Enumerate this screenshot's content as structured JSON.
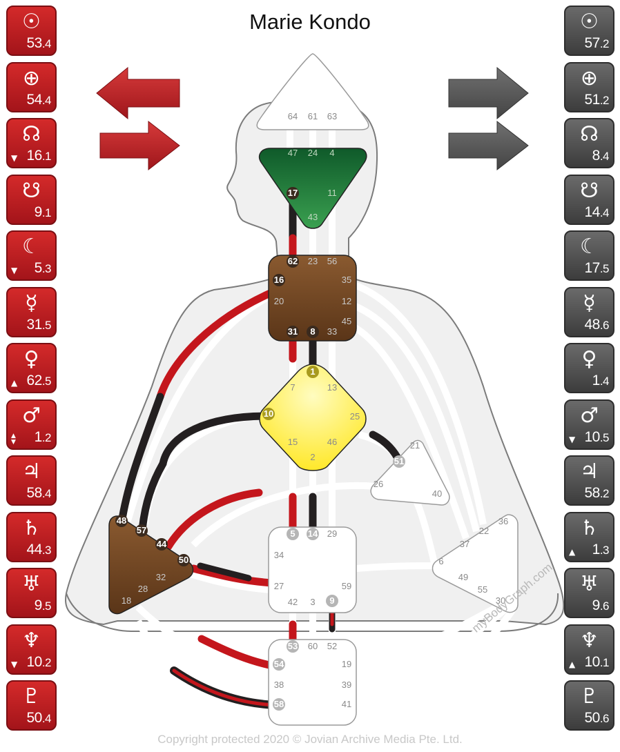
{
  "title": "Marie Kondo",
  "copyright": "Copyright protected 2020 © Jovian Archive Media Pte. Ltd.",
  "watermark": "myBodyGraph.com",
  "colors": {
    "design_red": "#c4161c",
    "personality_black": "#231f20",
    "arrow_gray": "#5a5a5a",
    "head_white": "#ffffff",
    "ajna_green": "#1d7a3a",
    "brown": "#6b4423",
    "g_yellow": "#fff25a"
  },
  "design_column": [
    {
      "icon": "sun-icon",
      "symbol": "☉",
      "whole": "53",
      "dec": ".4",
      "mark": ""
    },
    {
      "icon": "earth-icon",
      "symbol": "⊕",
      "whole": "54",
      "dec": ".4",
      "mark": ""
    },
    {
      "icon": "north-node-icon",
      "symbol": "☊",
      "whole": "16",
      "dec": ".1",
      "mark": "▼"
    },
    {
      "icon": "south-node-icon",
      "symbol": "☋",
      "whole": "9",
      "dec": ".1",
      "mark": ""
    },
    {
      "icon": "moon-icon",
      "symbol": "☾",
      "whole": "5",
      "dec": ".3",
      "mark": "▼"
    },
    {
      "icon": "mercury-icon",
      "symbol": "☿",
      "whole": "31",
      "dec": ".5",
      "mark": ""
    },
    {
      "icon": "venus-icon",
      "symbol": "♀",
      "whole": "62",
      "dec": ".5",
      "mark": "▲"
    },
    {
      "icon": "mars-icon",
      "symbol": "♂",
      "whole": "1",
      "dec": ".2",
      "mark": "▲▼"
    },
    {
      "icon": "jupiter-icon",
      "symbol": "♃",
      "whole": "58",
      "dec": ".4",
      "mark": ""
    },
    {
      "icon": "saturn-icon",
      "symbol": "♄",
      "whole": "44",
      "dec": ".3",
      "mark": ""
    },
    {
      "icon": "uranus-icon",
      "symbol": "♅",
      "whole": "9",
      "dec": ".5",
      "mark": ""
    },
    {
      "icon": "neptune-icon",
      "symbol": "♆",
      "whole": "10",
      "dec": ".2",
      "mark": "▼"
    },
    {
      "icon": "pluto-icon",
      "symbol": "♇",
      "whole": "50",
      "dec": ".4",
      "mark": ""
    }
  ],
  "personality_column": [
    {
      "icon": "sun-icon",
      "symbol": "☉",
      "whole": "57",
      "dec": ".2",
      "mark": ""
    },
    {
      "icon": "earth-icon",
      "symbol": "⊕",
      "whole": "51",
      "dec": ".2",
      "mark": ""
    },
    {
      "icon": "north-node-icon",
      "symbol": "☊",
      "whole": "8",
      "dec": ".4",
      "mark": ""
    },
    {
      "icon": "south-node-icon",
      "symbol": "☋",
      "whole": "14",
      "dec": ".4",
      "mark": ""
    },
    {
      "icon": "moon-icon",
      "symbol": "☾",
      "whole": "17",
      "dec": ".5",
      "mark": ""
    },
    {
      "icon": "mercury-icon",
      "symbol": "☿",
      "whole": "48",
      "dec": ".6",
      "mark": ""
    },
    {
      "icon": "venus-icon",
      "symbol": "♀",
      "whole": "1",
      "dec": ".4",
      "mark": ""
    },
    {
      "icon": "mars-icon",
      "symbol": "♂",
      "whole": "10",
      "dec": ".5",
      "mark": "▼"
    },
    {
      "icon": "jupiter-icon",
      "symbol": "♃",
      "whole": "58",
      "dec": ".2",
      "mark": ""
    },
    {
      "icon": "saturn-icon",
      "symbol": "♄",
      "whole": "1",
      "dec": ".3",
      "mark": "▲"
    },
    {
      "icon": "uranus-icon",
      "symbol": "♅",
      "whole": "9",
      "dec": ".6",
      "mark": ""
    },
    {
      "icon": "neptune-icon",
      "symbol": "♆",
      "whole": "10",
      "dec": ".1",
      "mark": "▲"
    },
    {
      "icon": "pluto-icon",
      "symbol": "♇",
      "whole": "50",
      "dec": ".6",
      "mark": ""
    }
  ],
  "centers": {
    "head": {
      "name": "head-center",
      "gates": [
        "64",
        "61",
        "63"
      ]
    },
    "ajna": {
      "name": "ajna-center",
      "gates": [
        "47",
        "24",
        "4",
        "17",
        "11",
        "43"
      ]
    },
    "throat": {
      "name": "throat-center",
      "gates": [
        "62",
        "23",
        "56",
        "16",
        "35",
        "20",
        "12",
        "45",
        "31",
        "8",
        "33"
      ]
    },
    "g": {
      "name": "g-center",
      "gates": [
        "1",
        "7",
        "13",
        "10",
        "25",
        "15",
        "46",
        "2"
      ]
    },
    "ego": {
      "name": "ego-center",
      "gates": [
        "21",
        "51",
        "26",
        "40"
      ]
    },
    "spleen": {
      "name": "spleen-center",
      "gates": [
        "48",
        "57",
        "44",
        "50",
        "32",
        "28",
        "18"
      ]
    },
    "sacral": {
      "name": "sacral-center",
      "gates": [
        "5",
        "14",
        "29",
        "34",
        "27",
        "59",
        "42",
        "3",
        "9"
      ]
    },
    "solar": {
      "name": "solar-plexus-center",
      "gates": [
        "36",
        "22",
        "37",
        "6",
        "49",
        "55",
        "30"
      ]
    },
    "root": {
      "name": "root-center",
      "gates": [
        "53",
        "60",
        "52",
        "54",
        "19",
        "38",
        "39",
        "58",
        "41"
      ]
    }
  }
}
